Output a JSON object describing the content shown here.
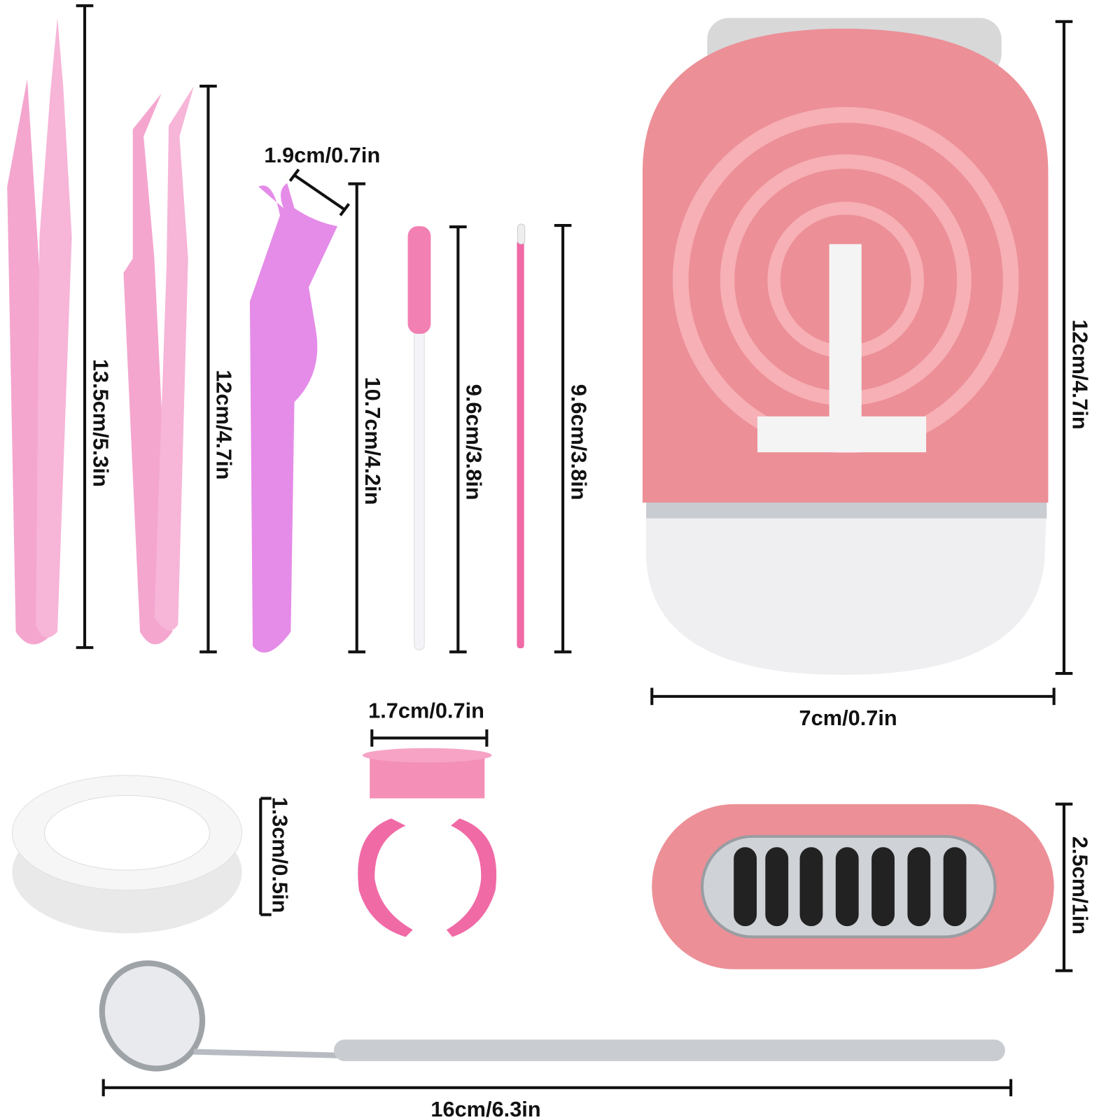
{
  "colors": {
    "pink": "#f4a6cf",
    "fan_pink": "#ec8f97",
    "violet": "#e58be8",
    "hot_pink": "#f06aa6",
    "white_part": "#f2f2f2",
    "steel": "#c9ccd1"
  },
  "products": {
    "straight_tweezers": {
      "label": "13.5cm/5.3in"
    },
    "curved_tweezers": {
      "label": "12cm/4.7in"
    },
    "lash_applicator": {
      "width_label": "1.9cm/0.7in",
      "length_label": "10.7cm/4.2in"
    },
    "mascara_wand": {
      "label": "9.6cm/3.8in"
    },
    "micro_brush": {
      "label": "9.6cm/3.8in"
    },
    "mini_fan": {
      "height_label": "12cm/4.7in",
      "width_label": "7cm/0.7in",
      "depth_label": "2.5cm/1in"
    },
    "glue_ring": {
      "label": "1.7cm/0.7in"
    },
    "tape_roll": {
      "label": "1.3cm/0.5in"
    },
    "mirror": {
      "label": "16cm/6.3in"
    }
  }
}
